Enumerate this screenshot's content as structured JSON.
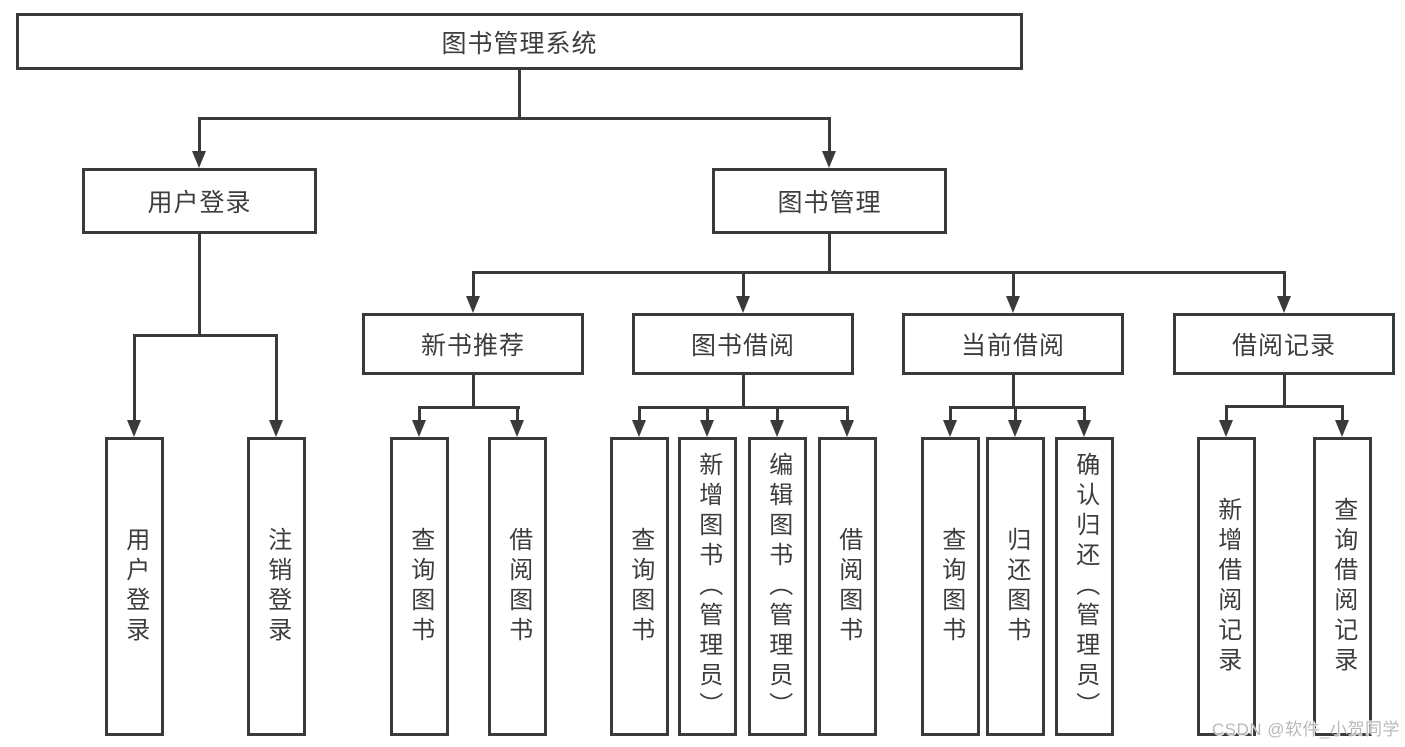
{
  "diagram": {
    "root": {
      "label": "图书管理系统"
    },
    "branches": [
      {
        "label": "用户登录"
      },
      {
        "label": "图书管理"
      }
    ],
    "modules": [
      {
        "label": "新书推荐",
        "parent": "图书管理"
      },
      {
        "label": "图书借阅",
        "parent": "图书管理"
      },
      {
        "label": "当前借阅",
        "parent": "图书管理"
      },
      {
        "label": "借阅记录",
        "parent": "图书管理"
      }
    ],
    "functions": [
      {
        "label": "用户登录",
        "parent": "用户登录"
      },
      {
        "label": "注销登录",
        "parent": "用户登录"
      },
      {
        "label": "查询图书",
        "parent": "新书推荐"
      },
      {
        "label": "借阅图书",
        "parent": "新书推荐"
      },
      {
        "label": "查询图书",
        "parent": "图书借阅"
      },
      {
        "label": "新增图书（管理员）",
        "parent": "图书借阅"
      },
      {
        "label": "编辑图书（管理员）",
        "parent": "图书借阅"
      },
      {
        "label": "借阅图书",
        "parent": "图书借阅"
      },
      {
        "label": "查询图书",
        "parent": "当前借阅"
      },
      {
        "label": "归还图书",
        "parent": "当前借阅"
      },
      {
        "label": "确认归还（管理员）",
        "parent": "当前借阅"
      },
      {
        "label": "新增借阅记录",
        "parent": "借阅记录"
      },
      {
        "label": "查询借阅记录",
        "parent": "借阅记录"
      }
    ]
  },
  "watermark": {
    "text": "CSDN @软件_小贺同学"
  },
  "colors": {
    "line": "#3a3a3a",
    "text": "#3d3d3d",
    "watermark": "#b9b9b9",
    "background": "#ffffff"
  }
}
